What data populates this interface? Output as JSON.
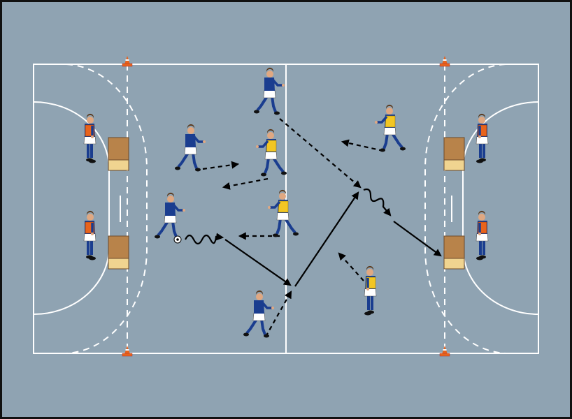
{
  "diagram": {
    "type": "handball drill diagram",
    "colors": {
      "court_background": "#8fa3b2",
      "court_lines": "#ffffff",
      "team_blue_shirt": "#1a3d8f",
      "bib_yellow": "#f2c623",
      "bib_orange": "#e8631c",
      "shorts": "#ffffff",
      "box_top": "#b8834a",
      "box_bottom": "#f0d490",
      "cone": "#e8631c",
      "arrow": "#000000"
    },
    "players": [
      {
        "team": "blue",
        "role": "attacker"
      },
      {
        "team": "blue",
        "role": "attacker"
      },
      {
        "team": "blue",
        "role": "attacker with ball"
      },
      {
        "team": "blue",
        "role": "attacker"
      },
      {
        "team": "yellow",
        "role": "defender"
      },
      {
        "team": "yellow",
        "role": "defender"
      },
      {
        "team": "yellow",
        "role": "defender"
      },
      {
        "team": "yellow",
        "role": "defender"
      },
      {
        "team": "orange",
        "role": "goal player"
      },
      {
        "team": "orange",
        "role": "goal player"
      },
      {
        "team": "orange",
        "role": "goal player"
      },
      {
        "team": "orange",
        "role": "goal player"
      }
    ],
    "equipment": {
      "boxes": 4,
      "cones": 4,
      "balls": 1
    },
    "icons": [
      "player-icon",
      "vaulting-box-icon",
      "cone-icon",
      "ball-icon",
      "arrow-icon"
    ]
  }
}
